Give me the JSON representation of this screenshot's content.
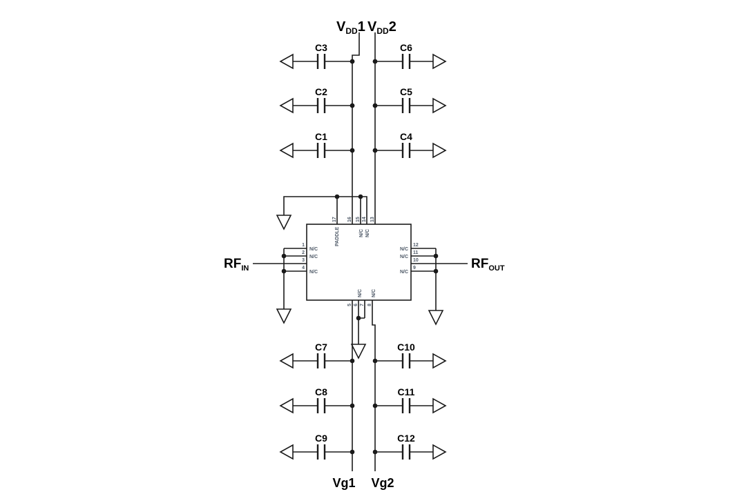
{
  "colors": {
    "background": "#ffffff",
    "line": "#1a1a1a",
    "label": "#000000",
    "pin_text": "#4f5a68"
  },
  "labels": {
    "vdd1": {
      "prefix": "V",
      "sub": "DD",
      "suffix": "1"
    },
    "vdd2": {
      "prefix": "V",
      "sub": "DD",
      "suffix": "2"
    },
    "rf_in": {
      "prefix": "RF",
      "sub": "IN"
    },
    "rf_out": {
      "prefix": "RF",
      "sub": "OUT"
    },
    "vg1": "Vg1",
    "vg2": "Vg2"
  },
  "capacitors": {
    "top_left": [
      "C3",
      "C2",
      "C1"
    ],
    "top_right": [
      "C6",
      "C5",
      "C4"
    ],
    "bottom_left": [
      "C7",
      "C8",
      "C9"
    ],
    "bottom_right": [
      "C10",
      "C11",
      "C12"
    ]
  },
  "ic": {
    "pins": {
      "top": [
        {
          "number": "17",
          "label": "PADDLE"
        },
        {
          "number": "16"
        },
        {
          "number": "15",
          "label": "N/C"
        },
        {
          "number": "14",
          "label": "N/C"
        },
        {
          "number": "13"
        }
      ],
      "left": [
        {
          "number": "1",
          "label": "N/C"
        },
        {
          "number": "2",
          "label": "N/C"
        },
        {
          "number": "3"
        },
        {
          "number": "4",
          "label": "N/C"
        }
      ],
      "right": [
        {
          "number": "12",
          "label": "N/C"
        },
        {
          "number": "11",
          "label": "N/C"
        },
        {
          "number": "10"
        },
        {
          "number": "9",
          "label": "N/C"
        }
      ],
      "bottom": [
        {
          "number": "5"
        },
        {
          "number": "6",
          "label": "N/C"
        },
        {
          "number": "7"
        },
        {
          "number": "8",
          "label": "N/C"
        }
      ]
    }
  }
}
